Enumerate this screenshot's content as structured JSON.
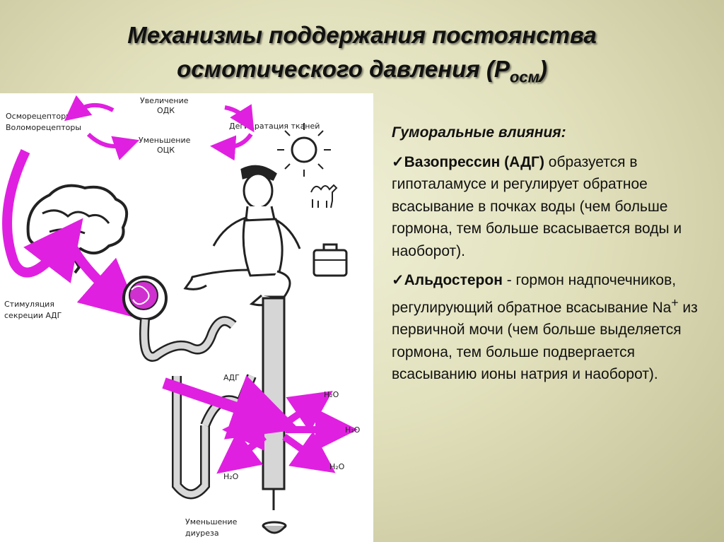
{
  "slide": {
    "title_line1": "Механизмы поддержания постоянства",
    "title_line2": "осмотического давления (Р",
    "title_sub": "осм",
    "title_close": ")"
  },
  "text": {
    "subhead": "Гуморальные влияния:",
    "check": "✓",
    "p1_term": "Вазопрессин (АДГ)",
    "p1_body": " образуется в гипоталамусе и регулирует обратное всасывание в почках воды (чем больше гормона, тем больше всасывается воды и наоборот).",
    "p2_term": "Альдостерон",
    "p2_body_a": " - гормон надпочечников, регулирующий обратное всасывание Na",
    "p2_sup": "+",
    "p2_body_b": " из первичной мочи (чем больше выделяется гормона, тем больше подвергается всасыванию ионы натрия и наоборот)."
  },
  "diagram": {
    "osmo_line1": "Осморецепторы",
    "osmo_line2": "Воломорецепторы",
    "inc_line1": "Увеличение",
    "inc_line2": "ОДК",
    "dec_line1": "Уменьшение",
    "dec_line2": "ОЦК",
    "dehydration": "Дегидратация тканей",
    "stim_line1": "Стимуляция",
    "stim_line2": "секреции АДГ",
    "adg": "АДГ",
    "h2o": "H₂O",
    "diur_line1": "Уменьшение",
    "diur_line2": "диуреза",
    "arrow_color": "#e020e0"
  }
}
